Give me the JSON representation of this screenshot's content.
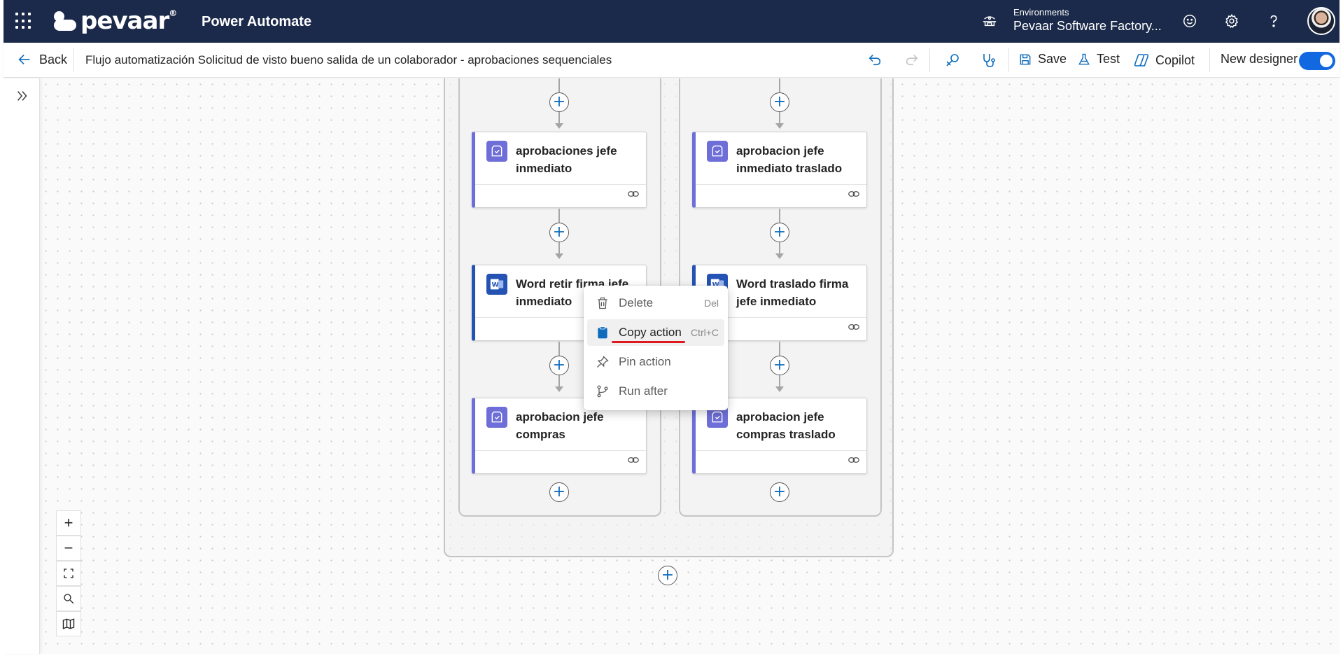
{
  "header": {
    "brand": "pevaar",
    "brand_mark": "®",
    "app_name": "Power Automate",
    "environment_label": "Environments",
    "environment_name": "Pevaar Software Factory..."
  },
  "commandbar": {
    "back_label": "Back",
    "flow_title": "Flujo automatización Solicitud de visto bueno salida de un colaborador - aprobaciones sequenciales",
    "save_label": "Save",
    "test_label": "Test",
    "copilot_label": "Copilot",
    "new_designer_label": "New designer",
    "new_designer_on": true
  },
  "canvas": {
    "left_branch": [
      {
        "title": "aprobaciones jefe inmediato",
        "kind": "approval"
      },
      {
        "title": "Word retir firma jefe inmediato",
        "kind": "word"
      },
      {
        "title": "aprobacion jefe compras",
        "kind": "approval"
      }
    ],
    "right_branch": [
      {
        "title": "aprobacion jefe inmediato traslado",
        "kind": "approval"
      },
      {
        "title": "Word traslado firma jefe inmediato",
        "kind": "word"
      },
      {
        "title": "aprobacion jefe compras traslado",
        "kind": "approval"
      }
    ]
  },
  "context_menu": {
    "items": [
      {
        "label": "Delete",
        "shortcut": "Del",
        "icon": "trash-icon"
      },
      {
        "label": "Copy action",
        "shortcut": "Ctrl+C",
        "icon": "clipboard-icon"
      },
      {
        "label": "Pin action",
        "shortcut": "",
        "icon": "pin-icon"
      },
      {
        "label": "Run after",
        "shortcut": "",
        "icon": "branch-icon"
      }
    ]
  },
  "zoom_controls": [
    "+",
    "−"
  ],
  "colors": {
    "header_bg": "#1b2a4a",
    "accent": "#1268e0",
    "approval_accent": "#6e6ed8",
    "word_accent": "#2453b3",
    "highlight_underline": "#e0191f"
  }
}
